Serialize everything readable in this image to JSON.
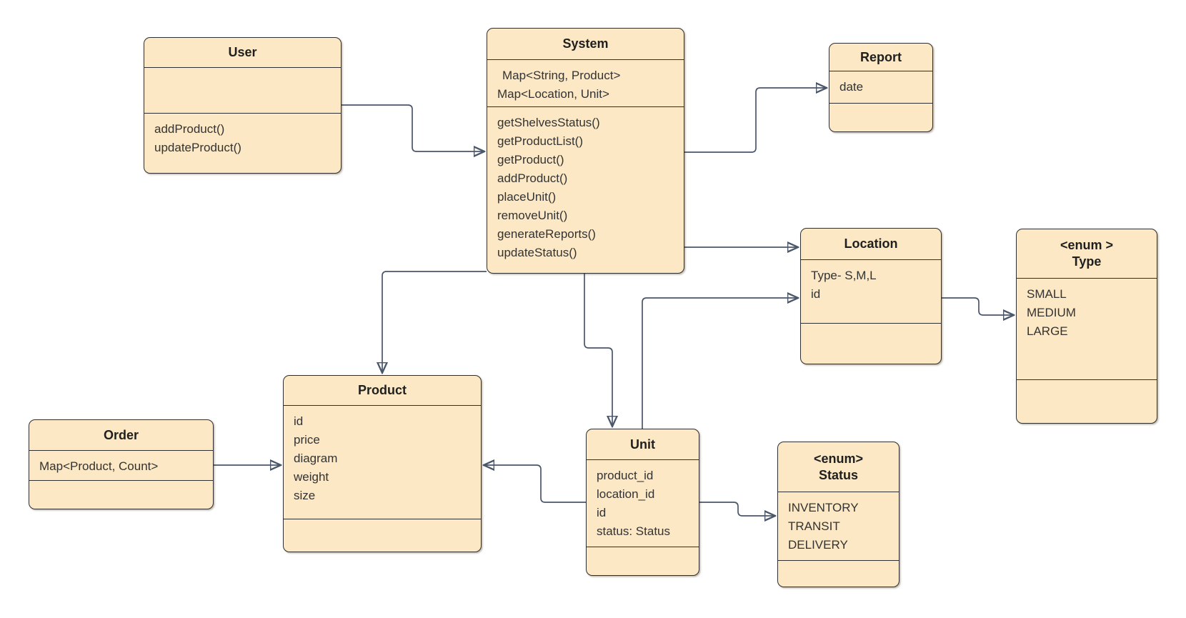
{
  "diagram": {
    "kind": "uml-class-diagram",
    "background_color": "#ffffff",
    "box_fill_color": "#fce8c4",
    "box_border_color": "#2f2f2f",
    "connector_color": "#4a5669",
    "text_color": "#333333"
  },
  "boxes": {
    "user": {
      "title": "User",
      "attributes": [],
      "methods": [
        "addProduct()",
        "updateProduct()"
      ]
    },
    "system": {
      "title": "System",
      "attributes": [
        "Map<String, Product>",
        "Map<Location, Unit>"
      ],
      "methods": [
        "getShelvesStatus()",
        "getProductList()",
        "getProduct()",
        "addProduct()",
        "placeUnit()",
        "removeUnit()",
        "generateReports()",
        "updateStatus()"
      ]
    },
    "report": {
      "title": "Report",
      "attributes": [
        "date"
      ],
      "methods": []
    },
    "location": {
      "title": "Location",
      "attributes": [
        "Type- S,M,L",
        "id"
      ],
      "methods": []
    },
    "type_enum": {
      "stereotype": "<enum >",
      "title": "Type",
      "attributes": [
        "SMALL",
        "MEDIUM",
        "LARGE"
      ],
      "methods": []
    },
    "order": {
      "title": "Order",
      "attributes": [
        "Map<Product, Count>"
      ],
      "methods": []
    },
    "product": {
      "title": "Product",
      "attributes": [
        "id",
        "price",
        "diagram",
        "weight",
        "size"
      ],
      "methods": []
    },
    "unit": {
      "title": "Unit",
      "attributes": [
        "product_id",
        "location_id",
        "id",
        "status: Status"
      ],
      "methods": []
    },
    "status_enum": {
      "stereotype": "<enum>",
      "title": "Status",
      "attributes": [
        "INVENTORY",
        "TRANSIT",
        "DELIVERY"
      ],
      "methods": []
    }
  },
  "connections": [
    {
      "from": "User",
      "to": "System"
    },
    {
      "from": "System",
      "to": "Report"
    },
    {
      "from": "System",
      "to": "Location"
    },
    {
      "from": "System",
      "to": "Product"
    },
    {
      "from": "System",
      "to": "Unit"
    },
    {
      "from": "Unit",
      "to": "Location"
    },
    {
      "from": "Location",
      "to": "Type"
    },
    {
      "from": "Order",
      "to": "Product"
    },
    {
      "from": "Unit",
      "to": "Product"
    },
    {
      "from": "Unit",
      "to": "Status"
    }
  ]
}
